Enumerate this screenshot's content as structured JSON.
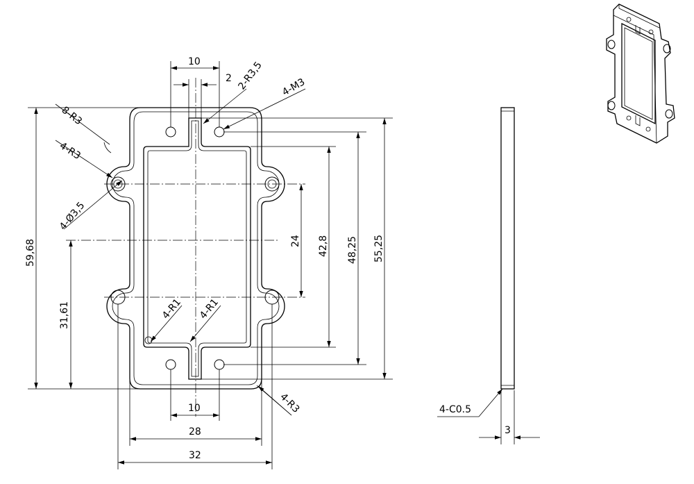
{
  "drawing": {
    "dimensions": {
      "d10_top": "10",
      "d2": "2",
      "r35": "2-R3,5",
      "m3": "4-M3",
      "r3_8": "8-R3",
      "r3_4a": "4-R3",
      "phi35": "4-Ø3,5",
      "h5968": "59,68",
      "h3161": "31,61",
      "h24": "24",
      "h428": "42,8",
      "h4825": "48,25",
      "h5525": "55,25",
      "r1_a": "4-R1",
      "r1_b": "4-R1",
      "r3_bottom": "4-R3",
      "d10_bottom": "10",
      "d28": "28",
      "d32": "32",
      "c05": "4-C0.5",
      "t3": "3"
    }
  },
  "colors": {
    "line": "#000000",
    "background": "#ffffff"
  }
}
